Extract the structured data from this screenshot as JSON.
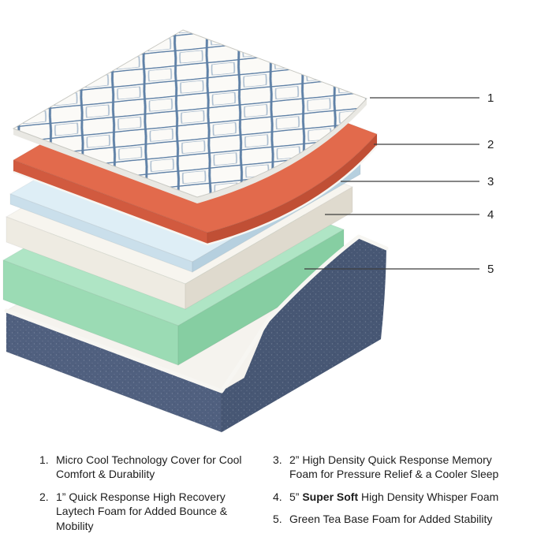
{
  "callouts": [
    {
      "label": "1"
    },
    {
      "label": "2"
    },
    {
      "label": "3"
    },
    {
      "label": "4"
    },
    {
      "label": "5"
    }
  ],
  "legend": {
    "left": [
      {
        "num": "1.",
        "text": "Micro Cool Technology Cover for Cool Comfort & Durability"
      },
      {
        "num": "2.",
        "text": "1” Quick Response High Recovery Laytech Foam for Added Bounce & Mobility"
      }
    ],
    "right": [
      {
        "num": "3.",
        "text": "2” High Density Quick Response Memory Foam for Pressure Relief & a Cooler Sleep"
      },
      {
        "num": "4.",
        "pre": "5” ",
        "bold": "Super Soft",
        "post": " High Density Whisper Foam"
      },
      {
        "num": "5.",
        "text": "Green Tea Base Foam for Added Stability"
      }
    ]
  },
  "palette": {
    "cover_bg": "#FBFAF7",
    "cover_pattern_blue": "#5E80A6",
    "cover_pattern_light": "#A9BCCF",
    "cover_side": "#E9E8E3",
    "orange_top": "#E26A4C",
    "orange_front": "#D15A3F",
    "orange_side": "#C04F35",
    "blue_top": "#DEEEF6",
    "blue_front": "#CADFEB",
    "blue_side": "#B6D0DF",
    "white_top": "#F7F5EF",
    "white_front": "#EEEBE2",
    "white_side": "#DFDACE",
    "green_top": "#AFE5C5",
    "green_front": "#9BDBB4",
    "green_side": "#86CEA2",
    "denim_front": "#50607F",
    "denim_side": "#475774",
    "tray_white": "#F5F3EE",
    "piping_white": "#F7F6F2",
    "callout_line": "#3C3C3C",
    "text_color": "#1D1D1D"
  }
}
